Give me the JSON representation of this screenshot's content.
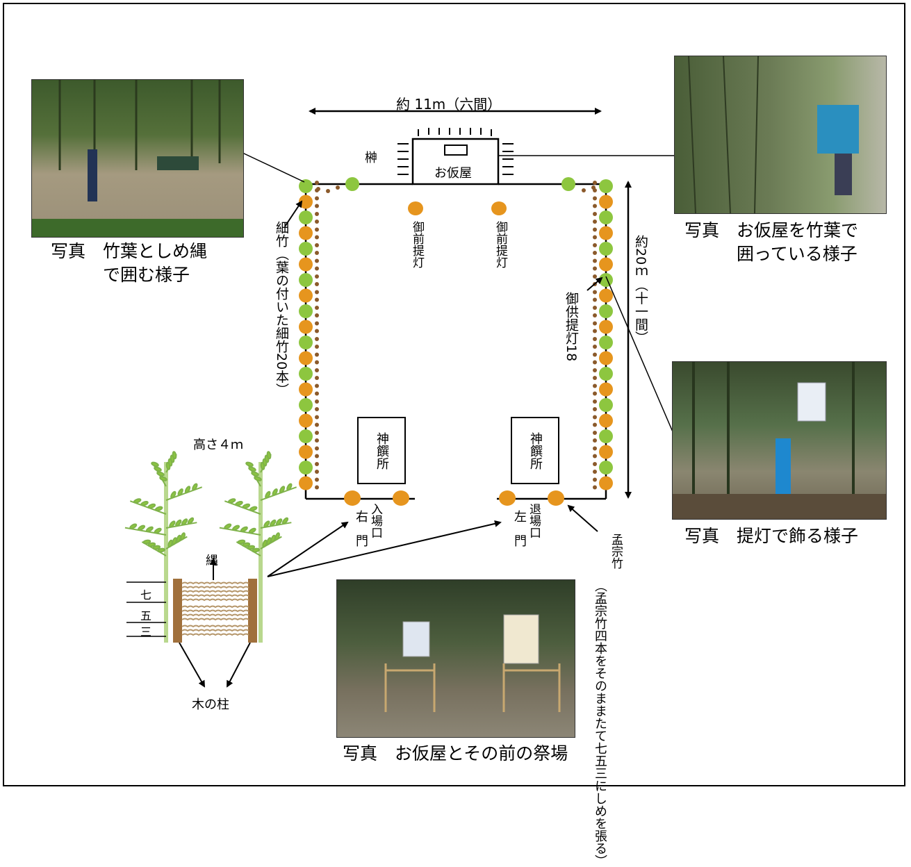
{
  "dimensions": {
    "width_label": "約 11m（六間）",
    "depth_label": "約20ｍ（十一間）"
  },
  "shrine": {
    "label": "お仮屋",
    "sakaki_label": "榊"
  },
  "labels": {
    "hosodake": "細竹（葉の付いた細竹20本）",
    "gozen_chouchin_left": "御前提灯",
    "gozen_chouchin_right": "御前提灯",
    "otomo_chouchin": "御供提灯18",
    "shinsenjo_left": "神饌所",
    "shinsenjo_right": "神饌所",
    "entrance_right_side": "右",
    "entrance_gate": "入場口",
    "exit_left_side": "左",
    "exit_gate": "退場口",
    "mon": "門",
    "mousou_dake": "孟宗竹",
    "mousou_note": "（孟宗竹四本をそのままたて七五三にしめを張る）",
    "height": "高さ４ｍ",
    "rope": "縄",
    "shichi": "七",
    "go": "五",
    "san": "三",
    "pillar": "木の柱"
  },
  "photos": {
    "top_left_caption": "写真　竹葉としめ縄\n　　　で囲む様子",
    "top_right_caption": "写真　お仮屋を竹葉で\n　　　囲っている様子",
    "mid_right_caption": "写真　提灯で飾る様子",
    "bottom_caption": "写真　お仮屋とその前の祭場"
  },
  "colors": {
    "bamboo_green": "#8dc63f",
    "lantern_orange": "#e6951e",
    "small_brown": "#8b5a2b",
    "wood": "#a0703c"
  }
}
